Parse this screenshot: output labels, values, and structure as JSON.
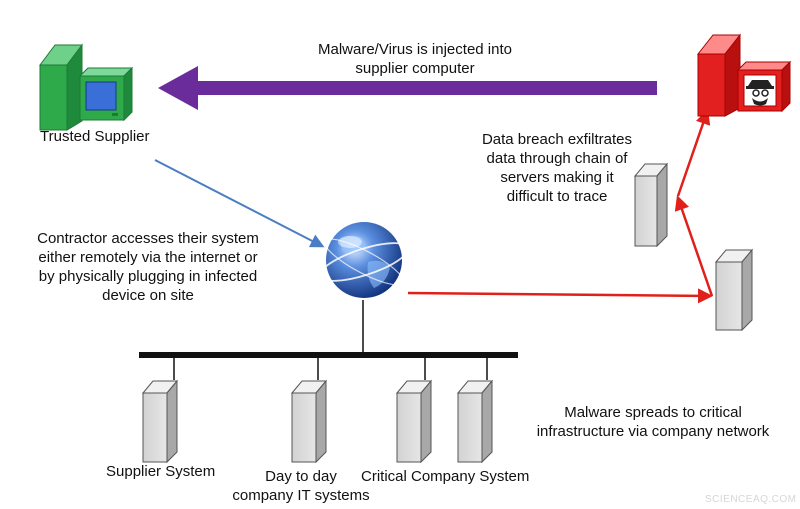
{
  "labels": {
    "malware_injected_line1": "Malware/Virus is injected into",
    "malware_injected_line2": "supplier computer",
    "trusted_supplier": "Trusted Supplier",
    "breach_line1": "Data breach exfiltrates",
    "breach_line2": "data through chain of",
    "breach_line3": "servers making it",
    "breach_line4": "difficult to trace",
    "contractor_line1": "Contractor accesses their system",
    "contractor_line2": "either remotely via the internet or",
    "contractor_line3": "by physically plugging in infected",
    "contractor_line4": "device on site",
    "spread_line1": "Malware spreads to critical",
    "spread_line2": "infrastructure via company network",
    "supplier_system": "Supplier System",
    "day_to_day_line1": "Day to day",
    "day_to_day_line2": "company IT systems",
    "critical_system": "Critical Company System",
    "watermark": "SCIENCEAQ.COM"
  },
  "colors": {
    "purple_arrow": "#6a2c9a",
    "blue_arrow": "#4a7dc4",
    "red_arrow": "#e0201a",
    "supplier_green": "#2eaa4a",
    "attacker_red": "#e32020",
    "server_gray": "#d9d9d9"
  },
  "icons": {
    "supplier": "green-computer-icon",
    "attacker": "red-hacker-computer-icon",
    "internet": "globe-icon",
    "server": "server-tower-icon"
  }
}
